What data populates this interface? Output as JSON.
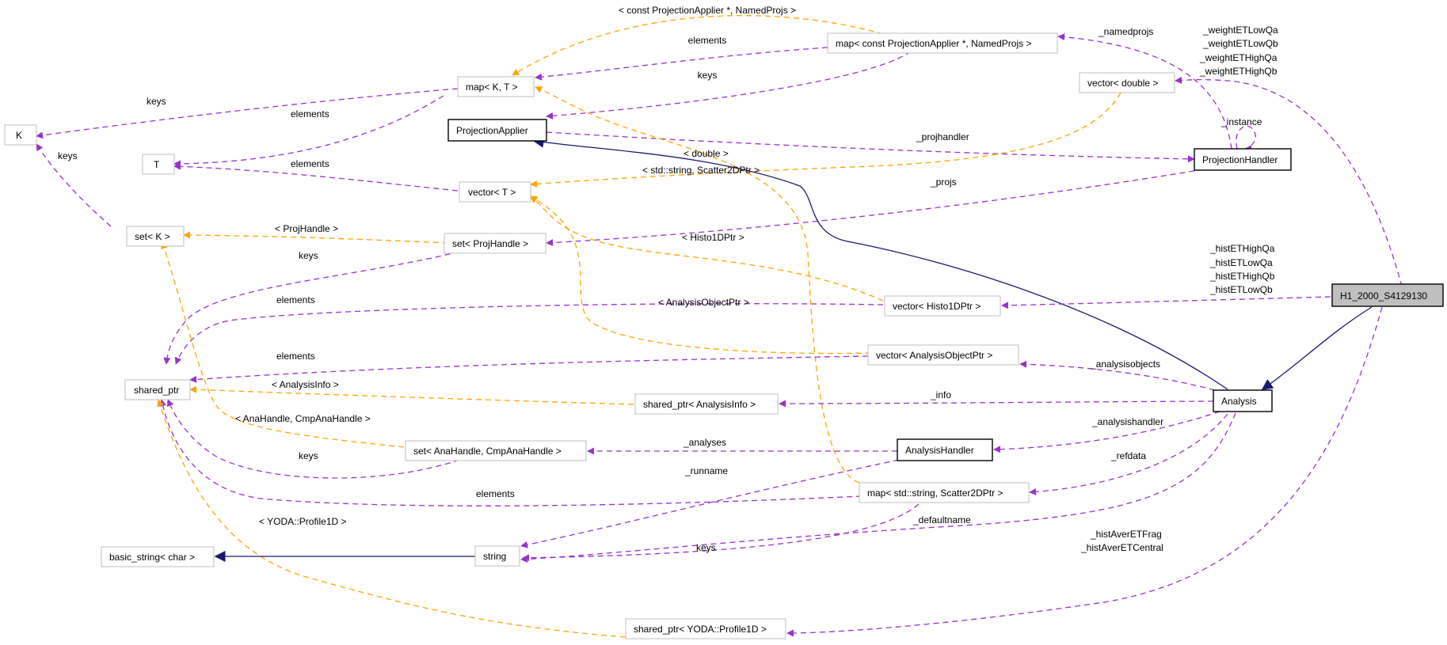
{
  "colors": {
    "usage": "#9a32cd",
    "template": "#ffa500",
    "inheritance": "#191970",
    "node_border": "#bfbfbf",
    "focus_fill": "#bfbfbf"
  },
  "nodes": {
    "K": "K",
    "T": "T",
    "set_K": "set< K >",
    "shared_ptr": "shared_ptr",
    "basic_string": "basic_string< char >",
    "map_KT": "map< K, T >",
    "ProjectionApplier": "ProjectionApplier",
    "vector_T": "vector< T >",
    "set_ProjHandle": "set< ProjHandle >",
    "string": "string",
    "map_cpa": "map< const ProjectionApplier *, NamedProjs >",
    "vector_double": "vector< double >",
    "ProjectionHandler": "ProjectionHandler",
    "vector_Histo1DPtr": "vector< Histo1DPtr >",
    "vector_AOPtr": "vector< AnalysisObjectPtr >",
    "shared_ptr_AnalysisInfo": "shared_ptr< AnalysisInfo >",
    "set_AnaHandle": "set< AnaHandle, CmpAnaHandle >",
    "AnalysisHandler": "AnalysisHandler",
    "map_string_S2D": "map< std::string, Scatter2DPtr >",
    "shared_ptr_Profile1D": "shared_ptr< YODA::Profile1D >",
    "Analysis": "Analysis",
    "H1": "H1_2000_S4129130"
  },
  "labels": {
    "map_kt_keys": "keys",
    "map_kt_elements": "elements",
    "setk_keys": "keys",
    "vectort_elements": "elements",
    "cpa_template": "< const ProjectionApplier *, NamedProjs >",
    "cpa_elements": "elements",
    "cpa_keys": "keys",
    "namedprojs": "_namedprojs",
    "weight_1": "_weightETLowQa",
    "weight_2": "_weightETLowQb",
    "weight_3": "_weightETHighQa",
    "weight_4": "_weightETHighQb",
    "instance": "_instance",
    "projhandler": "_projhandler",
    "double_template": "< double >",
    "string_s2d_template": "< std::string, Scatter2DPtr >",
    "projs": "_projs",
    "projhandle_template": "< ProjHandle >",
    "histo1d_template": "< Histo1DPtr >",
    "set_projhandle_keys": "keys",
    "hist_1": "_histETHighQa",
    "hist_2": "_histETLowQa",
    "hist_3": "_histETHighQb",
    "hist_4": "_histETLowQb",
    "aop_elements": "elements",
    "aop_template": "< AnalysisObjectPtr >",
    "vaop_elements": "elements",
    "analysisobjects": "_analysisobjects",
    "analysisinfo_template": "< AnalysisInfo >",
    "info": "_info",
    "anahandle_template": "< AnaHandle, CmpAnaHandle >",
    "analysishandler": "_analysishandler",
    "analyses": "_analyses",
    "anahandle_keys": "keys",
    "runname": "_runname",
    "refdata": "_refdata",
    "s2d_elements": "elements",
    "defaultname": "_defaultname",
    "profile1d_template": "< YODA::Profile1D >",
    "string_keys": "keys",
    "histaver_1": "_histAverETFrag",
    "histaver_2": "_histAverETCentral"
  }
}
